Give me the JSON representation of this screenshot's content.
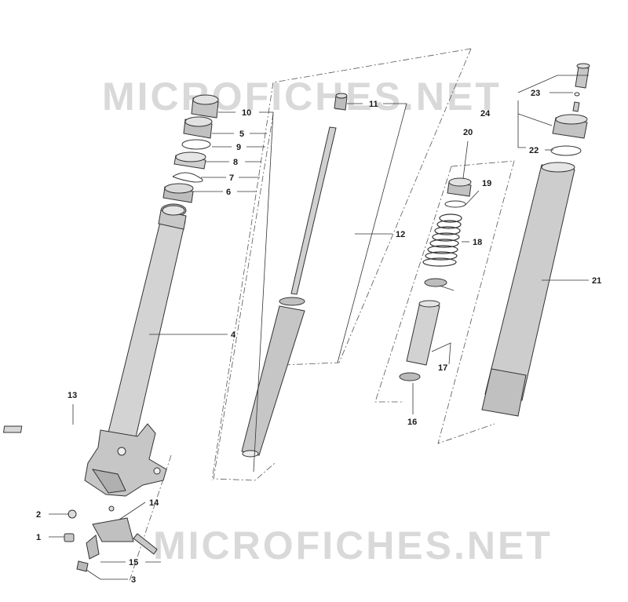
{
  "watermark": {
    "top": "MICROFICHES.NET",
    "bottom": "MICROFICHES.NET"
  },
  "colors": {
    "part_fill": "#d3d3d3",
    "part_dark": "#a8a8a8",
    "line": "#333333",
    "watermark": "#d9d9d9"
  },
  "callouts": {
    "c1": "1",
    "c2": "2",
    "c3": "3",
    "c4": "4",
    "c5": "5",
    "c6": "6",
    "c7": "7",
    "c8": "8",
    "c9": "9",
    "c10": "10",
    "c11": "11",
    "c12": "12",
    "c13": "13",
    "c14": "14",
    "c15": "15",
    "c16": "16",
    "c17": "17",
    "c18": "18",
    "c19": "19",
    "c20": "20",
    "c21": "21",
    "c22": "22",
    "c23": "23",
    "c24": "24"
  }
}
